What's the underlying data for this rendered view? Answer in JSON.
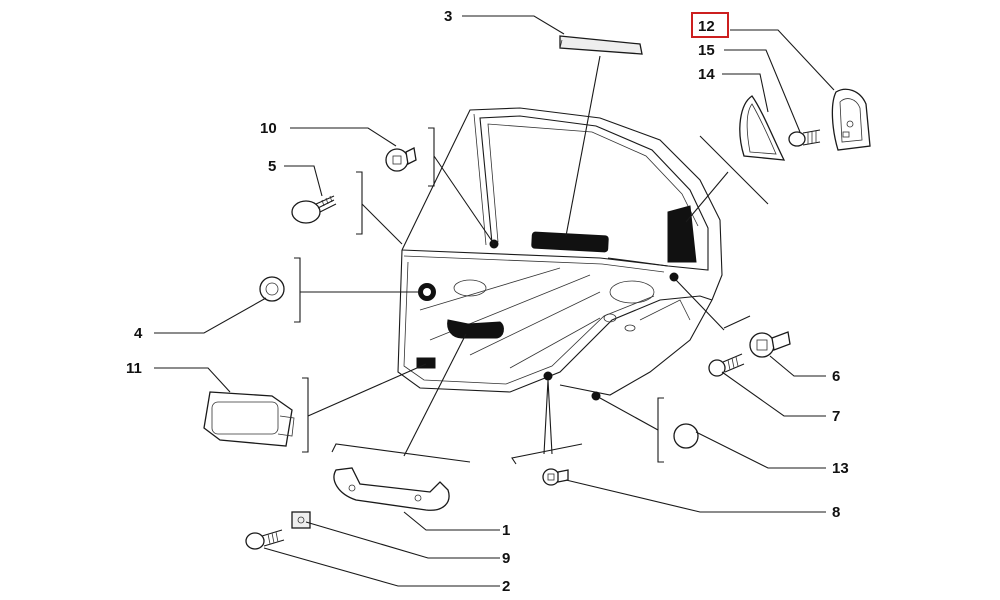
{
  "labels": {
    "l1": "1",
    "l2": "2",
    "l3": "3",
    "l4": "4",
    "l5": "5",
    "l6": "6",
    "l7": "7",
    "l8": "8",
    "l9": "9",
    "l10": "10",
    "l11": "11",
    "l12": "12",
    "l13": "13",
    "l14": "14",
    "l15": "15"
  },
  "highlighted_label": "12",
  "colors": {
    "highlight": "#cc1f1f",
    "ink": "#1a1a1a"
  }
}
